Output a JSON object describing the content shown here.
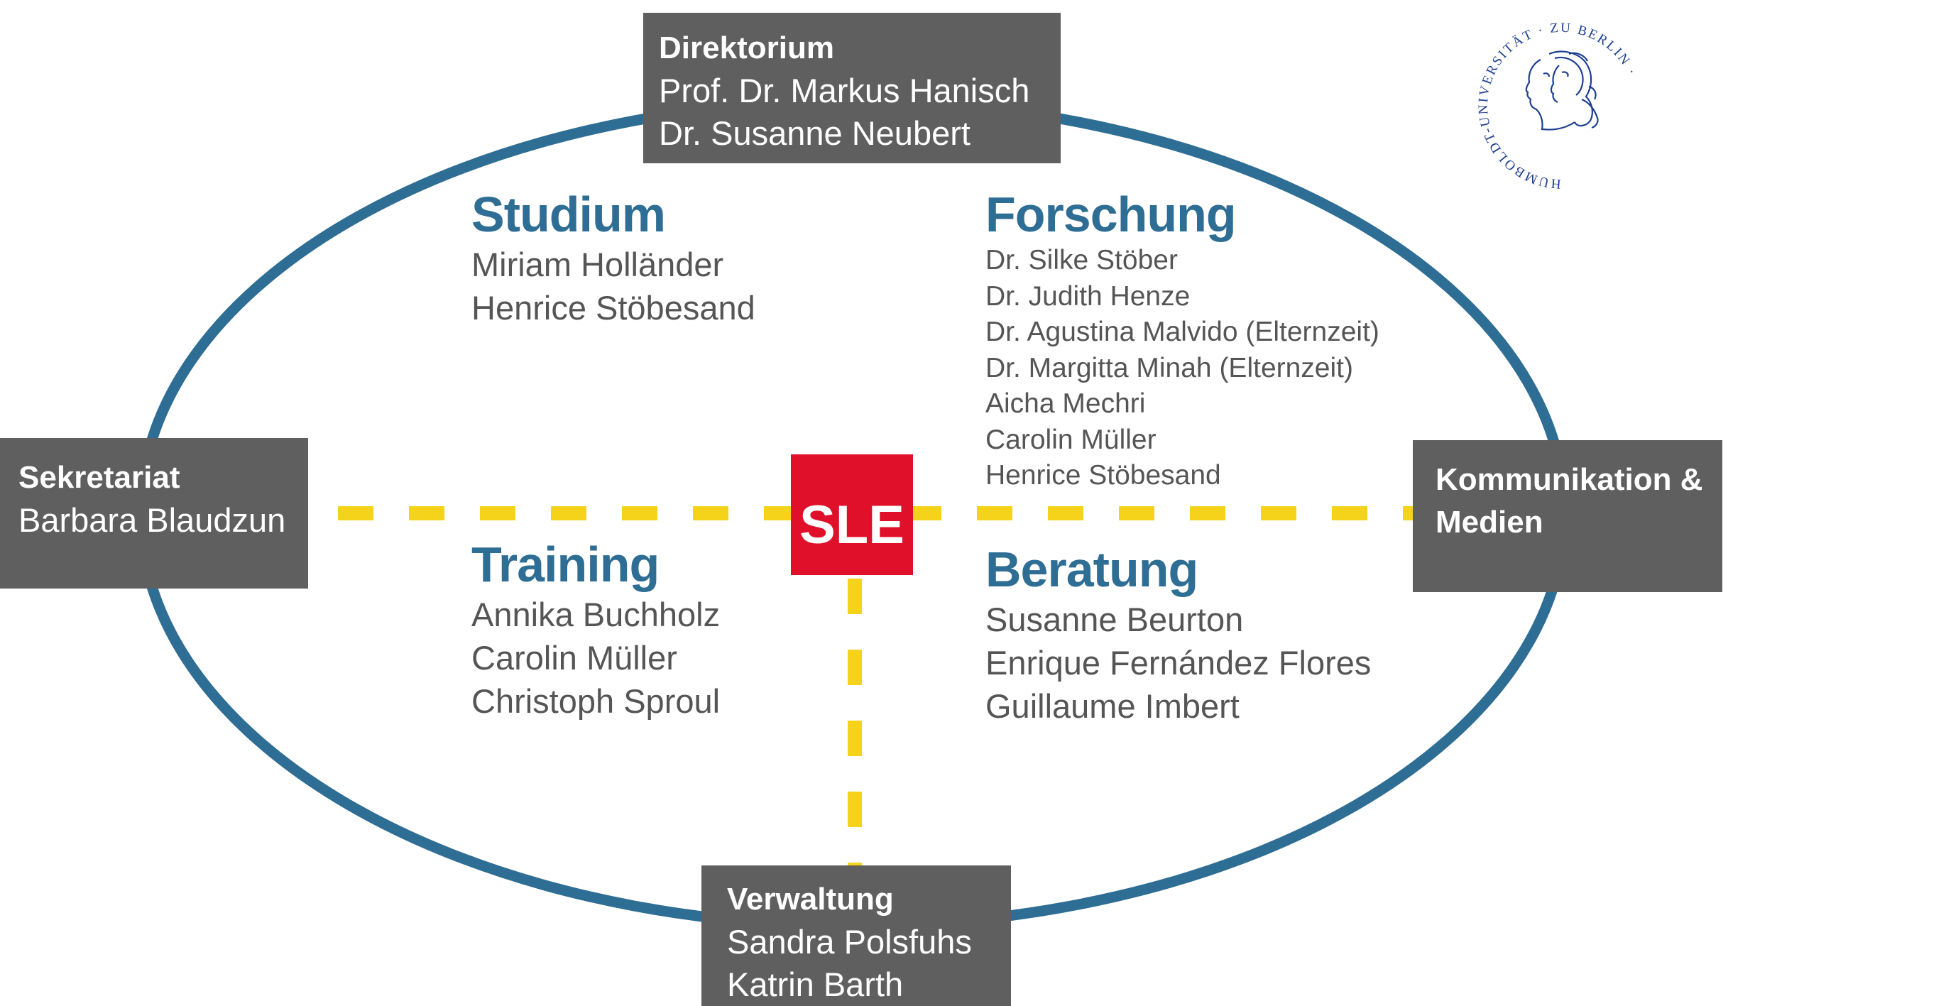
{
  "center": {
    "label": "SLE"
  },
  "boxes": {
    "direktorium": {
      "header": "Direktorium",
      "names": [
        "Prof. Dr. Markus Hanisch",
        "Dr. Susanne Neubert"
      ]
    },
    "sekretariat": {
      "header": "Sekretariat",
      "names": [
        "Barbara Blaudzun"
      ]
    },
    "kommunikation": {
      "header_lines": [
        "Kommunikation &",
        "Medien"
      ]
    },
    "verwaltung": {
      "header": "Verwaltung",
      "names": [
        "Sandra Polsfuhs",
        "Katrin Barth"
      ]
    }
  },
  "sections": {
    "studium": {
      "title": "Studium",
      "names": [
        "Miriam Holländer",
        "Henrice Stöbesand"
      ]
    },
    "forschung": {
      "title": "Forschung",
      "names": [
        "Dr. Silke Stöber",
        "Dr. Judith Henze",
        "Dr. Agustina Malvido (Elternzeit)",
        "Dr. Margitta Minah (Elternzeit)",
        "Aicha Mechri",
        "Carolin Müller",
        "Henrice Stöbesand"
      ]
    },
    "training": {
      "title": "Training",
      "names": [
        "Annika Buchholz",
        "Carolin Müller",
        "Christoph Sproul"
      ]
    },
    "beratung": {
      "title": "Beratung",
      "names": [
        "Susanne Beurton",
        "Enrique Fernández Flores",
        "Guillaume Imbert"
      ]
    }
  },
  "seal": {
    "text": "HUMBOLDT-UNIVERSITÄT · ZU BERLIN ·"
  },
  "colors": {
    "ellipse": "#2e6d94",
    "dash": "#f5d31a",
    "box": "#5f5f5f",
    "sle": "#e0102a",
    "section_title": "#2e6d94",
    "seal": "#1d3f8f"
  }
}
